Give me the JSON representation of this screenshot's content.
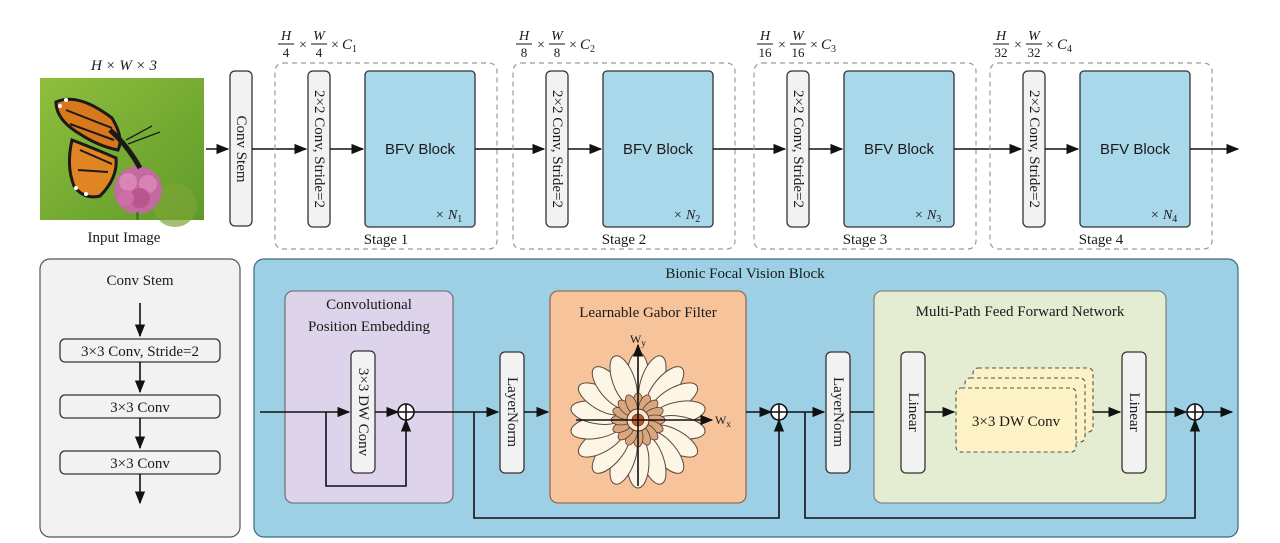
{
  "input": {
    "dims": "H × W × 3",
    "label": "Input Image"
  },
  "conv_stem_label": "Conv Stem",
  "stages": [
    {
      "dim_h": "H",
      "dim_h_den": "4",
      "dim_w": "W",
      "dim_w_den": "4",
      "dim_c": "C",
      "dim_c_sub": "1",
      "down_label": "2×2 Conv, Stride=2",
      "block_label": "BFV Block",
      "repeat": "× N",
      "repeat_sub": "1",
      "stage_label": "Stage 1"
    },
    {
      "dim_h": "H",
      "dim_h_den": "8",
      "dim_w": "W",
      "dim_w_den": "8",
      "dim_c": "C",
      "dim_c_sub": "2",
      "down_label": "2×2 Conv, Stride=2",
      "block_label": "BFV Block",
      "repeat": "× N",
      "repeat_sub": "2",
      "stage_label": "Stage 2"
    },
    {
      "dim_h": "H",
      "dim_h_den": "16",
      "dim_w": "W",
      "dim_w_den": "16",
      "dim_c": "C",
      "dim_c_sub": "3",
      "down_label": "2×2 Conv, Stride=2",
      "block_label": "BFV Block",
      "repeat": "× N",
      "repeat_sub": "3",
      "stage_label": "Stage 3"
    },
    {
      "dim_h": "H",
      "dim_h_den": "32",
      "dim_w": "W",
      "dim_w_den": "32",
      "dim_c": "C",
      "dim_c_sub": "4",
      "down_label": "2×2 Conv, Stride=2",
      "block_label": "BFV Block",
      "repeat": "× N",
      "repeat_sub": "4",
      "stage_label": "Stage 4"
    }
  ],
  "stem_detail": {
    "title": "Conv Stem",
    "layers": [
      "3×3 Conv, Stride=2",
      "3×3 Conv",
      "3×3 Conv"
    ]
  },
  "bfv": {
    "title": "Bionic Focal Vision Block",
    "cpe": {
      "title_line1": "Convolutional",
      "title_line2": "Position Embedding",
      "conv_label": "3×3 DW Conv"
    },
    "layernorm_label": "LayerNorm",
    "gabor": {
      "title": "Learnable Gabor Filter",
      "axis_y": "W",
      "axis_y_sub": "y",
      "axis_x": "W",
      "axis_x_sub": "x"
    },
    "mffn": {
      "title": "Multi-Path Feed Forward Network",
      "linear_label": "Linear",
      "dwconv_label": "3×3 DW Conv"
    }
  },
  "colors": {
    "block_fill": "#a9d8ea",
    "bfv_panel_fill": "#9dd0e4",
    "cpe_fill": "#ddd3ea",
    "gabor_fill": "#f7c39b",
    "mffn_fill": "#e4ecd1",
    "dwconv_fill": "#fdf2c6",
    "stem_panel_fill": "#f2f2f2",
    "module_fill": "#f2f2f2",
    "petal_fill": "#fdf6e6",
    "petal_inner": "#d9a77f",
    "petal_core": "#c0582a"
  }
}
